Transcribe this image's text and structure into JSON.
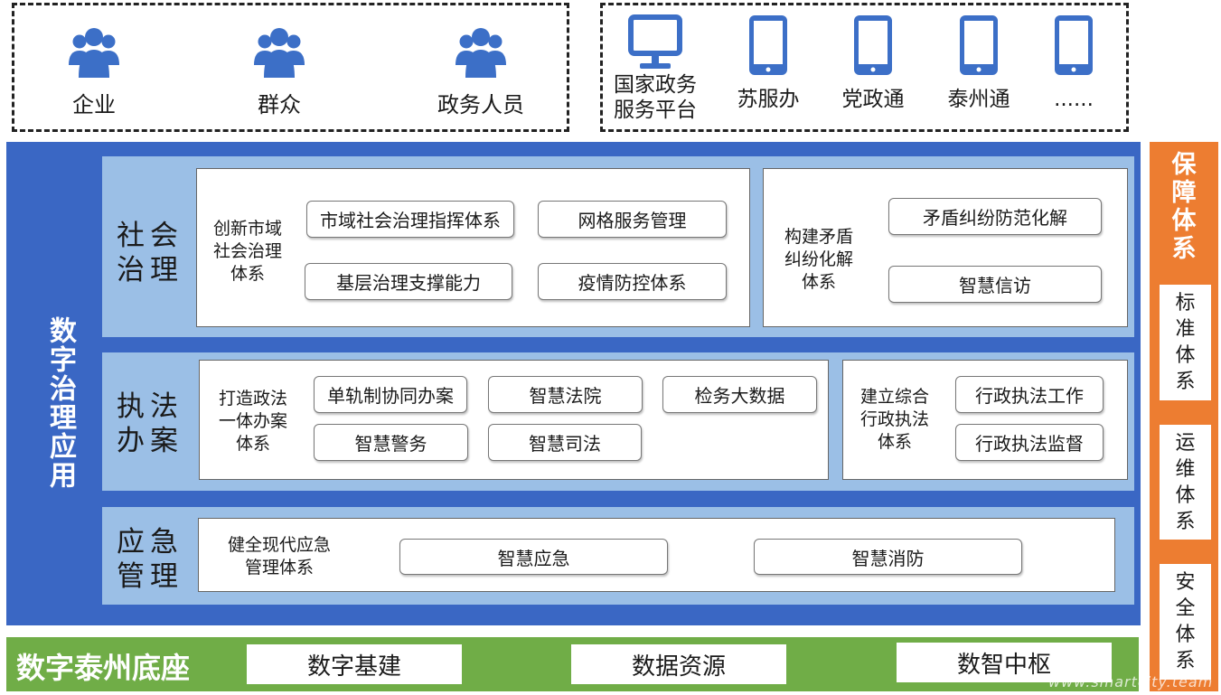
{
  "users": {
    "items": [
      {
        "label": "企业"
      },
      {
        "label": "群众"
      },
      {
        "label": "政务人员"
      }
    ]
  },
  "channels": {
    "items": [
      {
        "label_line1": "国家政务",
        "label_line2": "服务平台",
        "icon": "monitor-icon"
      },
      {
        "label_line1": "苏服办",
        "icon": "phone-icon"
      },
      {
        "label_line1": "党政通",
        "icon": "phone-icon"
      },
      {
        "label_line1": "泰州通",
        "icon": "phone-icon"
      },
      {
        "label_line1": "......",
        "icon": "phone-icon"
      }
    ]
  },
  "apps": {
    "side_title": "数字治理应用",
    "social": {
      "title_line1": "社会",
      "title_line2": "治理",
      "left": {
        "sys_line1": "创新市域",
        "sys_line2": "社会治理",
        "sys_line3": "体系",
        "items": [
          "市域社会治理指挥体系",
          "网格服务管理",
          "基层治理支撑能力",
          "疫情防控体系"
        ]
      },
      "right": {
        "sys_line1": "构建矛盾",
        "sys_line2": "纠纷化解",
        "sys_line3": "体系",
        "items": [
          "矛盾纠纷防范化解",
          "智慧信访"
        ]
      }
    },
    "law": {
      "title_line1": "执法",
      "title_line2": "办案",
      "left": {
        "sys_line1": "打造政法",
        "sys_line2": "一体办案",
        "sys_line3": "体系",
        "items": [
          "单轨制协同办案",
          "智慧法院",
          "检务大数据",
          "智慧警务",
          "智慧司法"
        ]
      },
      "right": {
        "sys_line1": "建立综合",
        "sys_line2": "行政执法",
        "sys_line3": "体系",
        "items": [
          "行政执法工作",
          "行政执法监督"
        ]
      }
    },
    "emergency": {
      "title_line1": "应急",
      "title_line2": "管理",
      "sys_line1": "健全现代应急",
      "sys_line2": "管理体系",
      "items": [
        "智慧应急",
        "智慧消防"
      ]
    }
  },
  "guarantee": {
    "title": [
      "保",
      "障",
      "体",
      "系"
    ],
    "items": [
      [
        "标",
        "准",
        "体",
        "系"
      ],
      [
        "运",
        "维",
        "体",
        "系"
      ],
      [
        "安",
        "全",
        "体",
        "系"
      ]
    ]
  },
  "base": {
    "title": "数字泰州底座",
    "items": [
      "数字基建",
      "数据资源",
      "数智中枢"
    ]
  },
  "watermark": "www.smartcity.team",
  "colors": {
    "main_blue": "#3a67c4",
    "band_blue": "#9bbfe6",
    "icon_blue": "#3c6fc7",
    "orange": "#ed7d31",
    "green": "#70ad47"
  }
}
